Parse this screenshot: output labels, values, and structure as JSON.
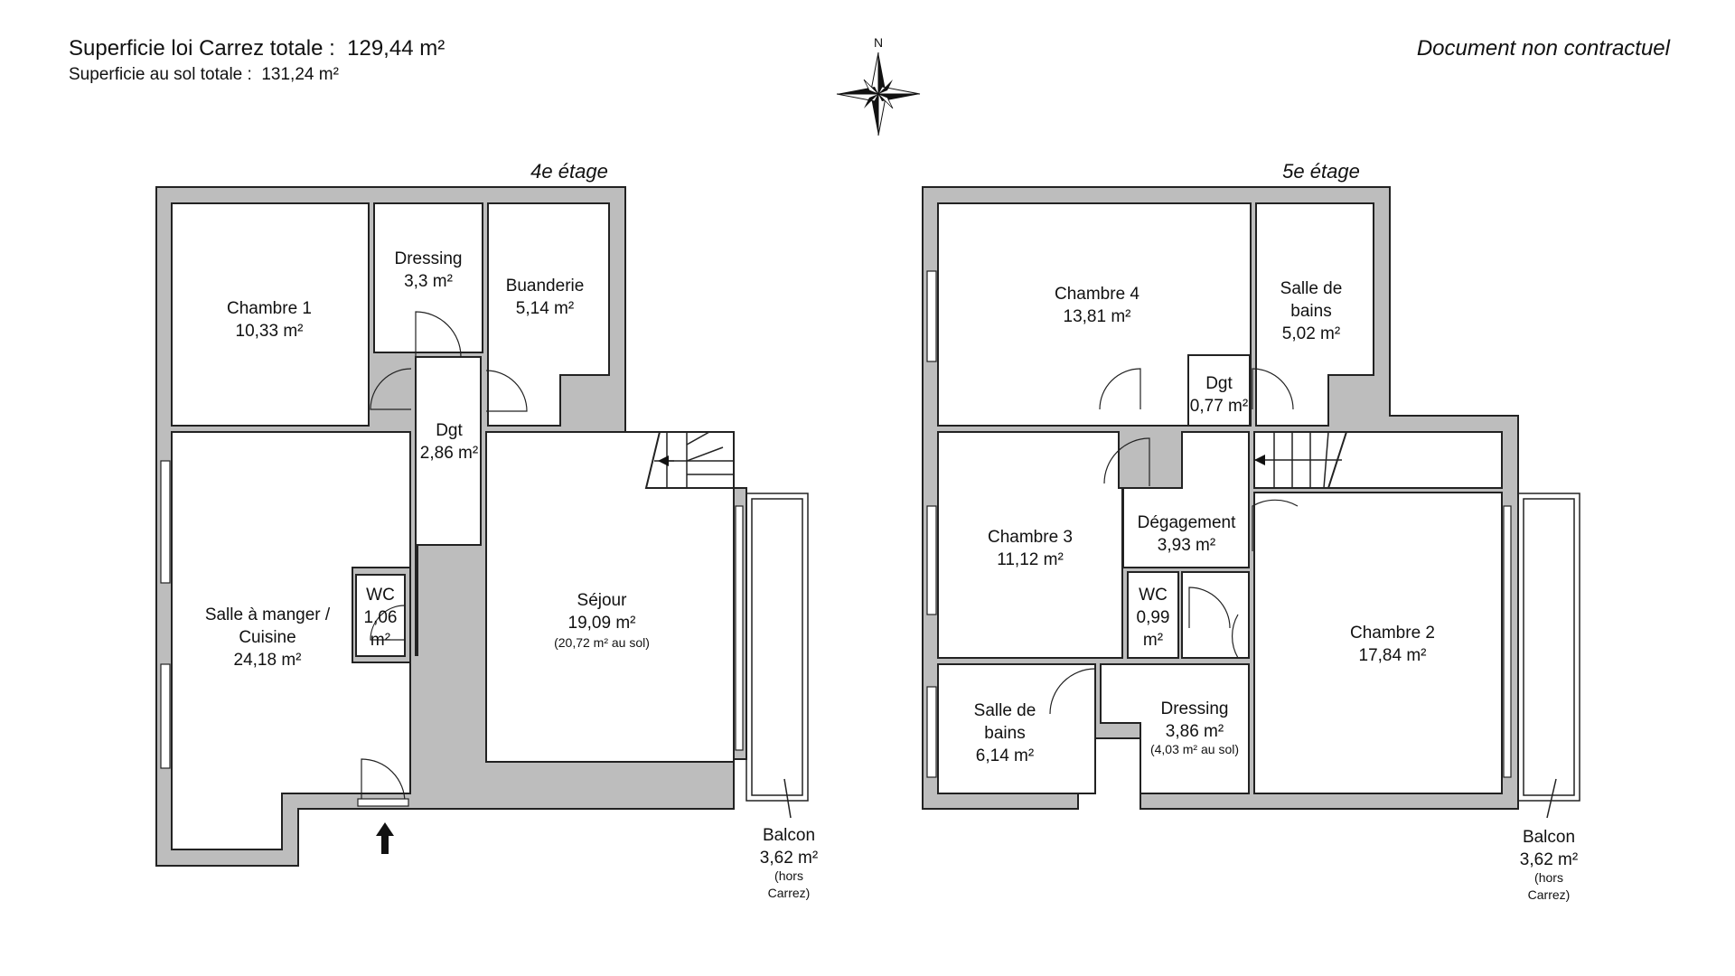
{
  "header": {
    "carrez_label": "Superficie loi Carrez totale :",
    "carrez_value": "129,44 m²",
    "sol_label": "Superficie au sol totale :",
    "sol_value": "131,24 m²",
    "disclaimer": "Document non contractuel"
  },
  "compass": {
    "north": "N"
  },
  "floor4": {
    "title": "4e étage",
    "rooms": {
      "chambre1": {
        "name": "Chambre 1",
        "area": "10,33 m²"
      },
      "dressing": {
        "name": "Dressing",
        "area": "3,3 m²"
      },
      "buanderie": {
        "name": "Buanderie",
        "area": "5,14 m²"
      },
      "dgt": {
        "name": "Dgt",
        "area": "2,86 m²"
      },
      "salle_manger": {
        "name1": "Salle à manger /",
        "name2": "Cuisine",
        "area": "24,18 m²"
      },
      "wc": {
        "name": "WC",
        "area1": "1,06",
        "area2": "m²"
      },
      "sejour": {
        "name": "Séjour",
        "area": "19,09 m²",
        "note": "(20,72 m² au sol)"
      },
      "balcon": {
        "name": "Balcon",
        "area": "3,62 m²",
        "note1": "(hors",
        "note2": "Carrez)"
      }
    }
  },
  "floor5": {
    "title": "5e étage",
    "rooms": {
      "chambre4": {
        "name": "Chambre 4",
        "area": "13,81 m²"
      },
      "sdb1": {
        "name1": "Salle de",
        "name2": "bains",
        "area": "5,02 m²"
      },
      "dgt": {
        "name": "Dgt",
        "area": "0,77 m²"
      },
      "chambre3": {
        "name": "Chambre 3",
        "area": "11,12 m²"
      },
      "degagement": {
        "name": "Dégagement",
        "area": "3,93 m²"
      },
      "wc": {
        "name": "WC",
        "area1": "0,99",
        "area2": "m²"
      },
      "chambre2": {
        "name": "Chambre 2",
        "area": "17,84 m²"
      },
      "sdb2": {
        "name1": "Salle de",
        "name2": "bains",
        "area": "6,14 m²"
      },
      "dressing": {
        "name": "Dressing",
        "area": "3,86 m²",
        "note": "(4,03 m² au sol)"
      },
      "balcon": {
        "name": "Balcon",
        "area": "3,62 m²",
        "note1": "(hors",
        "note2": "Carrez)"
      }
    }
  }
}
